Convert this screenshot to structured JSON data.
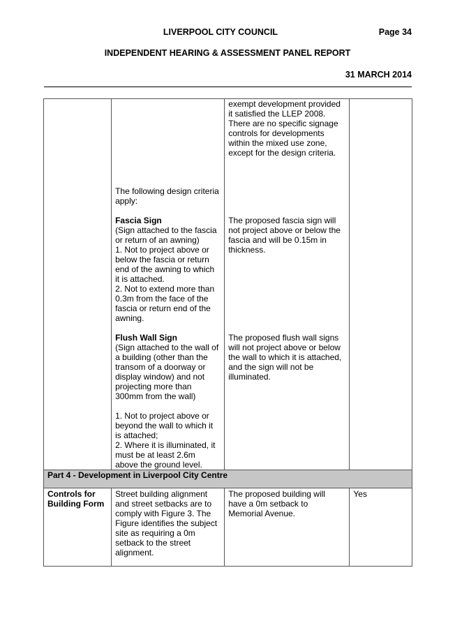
{
  "header": {
    "council": "LIVERPOOL CITY COUNCIL",
    "page": "Page 34",
    "report_title": "INDEPENDENT HEARING & ASSESSMENT PANEL REPORT",
    "date": "31 MARCH 2014"
  },
  "table": {
    "row1": {
      "col3_intro": "exempt development provided\nit satisfied the LLEP 2008.\nThere are no specific signage\ncontrols for developments\nwithin the mixed use zone,\nexcept for the design criteria.",
      "col2_intro": "The following design criteria\napply:",
      "fascia": {
        "heading": "Fascia Sign",
        "criteria": "(Sign attached to the fascia\nor return of an awning)\n1. Not to project above or\nbelow the fascia or return\nend of the awning to which\nit is attached.\n2. Not to extend more than\n0.3m from the face of the\nfascia or return end of the\nawning.",
        "response": "The proposed fascia sign will\nnot project above or below the\nfascia and will be 0.15m in\nthickness."
      },
      "flush": {
        "heading": "Flush Wall Sign",
        "criteria": "(Sign attached to the wall of\na building (other than the\ntransom of a doorway or\ndisplay window) and not\nprojecting more than\n300mm from the wall)",
        "criteria2": "1. Not to project above or\nbeyond the wall to which it\nis attached;\n2. Where it is illuminated, it\nmust be at least 2.6m\nabove the ground level.",
        "response": "The proposed flush wall signs\nwill not project above or below\nthe wall to which it is attached,\nand the sign will not be\nilluminated."
      }
    },
    "part_heading": "Part 4 - Development in Liverpool City Centre",
    "row2": {
      "control": "Controls for\nBuilding Form",
      "requirement": "Street building alignment\nand street setbacks are to\ncomply with Figure 3. The\nFigure identifies the subject\nsite as requiring a 0m\nsetback to the street\nalignment.",
      "response": "The proposed building will\nhave a 0m setback to\nMemorial Avenue.",
      "compliance": "Yes"
    }
  }
}
